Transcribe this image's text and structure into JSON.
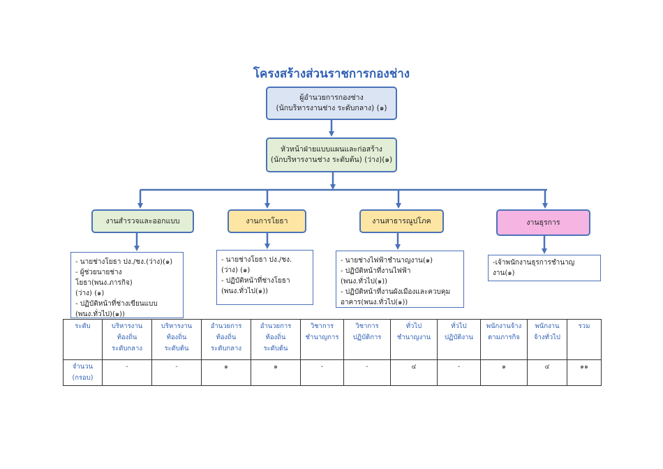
{
  "title": "โครงสร้างส่วนราชการกองช่าง",
  "chart_boxes": {
    "director": [
      "ผู้อำนวยการกองช่าง",
      "(นักบริหารงานช่าง ระดับกลาง) (๑)"
    ],
    "head": [
      "หัวหน้าฝ่ายแบบแผนและก่อสร้าง",
      "(นักบริหารงานช่าง ระดับต้น) (ว่าง)(๑)"
    ],
    "survey": "งานสำรวจและออกแบบ",
    "civil": "งานการโยธา",
    "utility": "งานสาธารณูปโภค",
    "admin": "งานธุรการ"
  },
  "details": {
    "survey": [
      "- นายช่างโยธา ปง./ชง.(ว่าง)(๑)",
      "- ผู้ช่วยนายช่างโยธา(พนง.ภารกิจ)",
      "(ว่าง) (๑)",
      "- ปฏิบัติหน้าที่ช่างเขียนแบบ",
      "(พนง.ทั่วไป)(๑))"
    ],
    "civil": [
      "- นายช่างโยธา ปง./ชง.",
      "(ว่าง) (๑)",
      "- ปฏิบัติหน้าที่ช่างโยธา",
      "(พนง.ทั่วไป(๑))"
    ],
    "utility": [
      "- นายช่างไฟฟ้าชำนาญงาน(๑)",
      "- ปฏิบัติหน้าที่งานไฟฟ้า (พนง.ทั่วไป(๑))",
      "- ปฏิบัติหน้าที่งานผังเมืองและควบคุม",
      "อาคาร(พนง.ทั่วไป(๑))"
    ],
    "admin": [
      "-เจ้าพนักงานธุรการชำนาญงาน(๑)"
    ]
  },
  "table": {
    "headers": [
      [
        "ระดับ"
      ],
      [
        "บริหารงาน",
        "ท้องถิ่น",
        "ระดับกลาง"
      ],
      [
        "บริหารงาน",
        "ท้องถิ่น",
        "ระดับต้น"
      ],
      [
        "อำนวยการ",
        "ท้องถิ่น",
        "ระดับกลาง"
      ],
      [
        "อำนวยการ",
        "ท้องถิ่น",
        "ระดับต้น"
      ],
      [
        "วิชาการ",
        "ชำนาญการ"
      ],
      [
        "วิชาการ",
        "ปฏิบัติการ"
      ],
      [
        "ทั่วไป",
        "ชำนาญงาน"
      ],
      [
        "ทั่วไป",
        "ปฏิบัติงาน"
      ],
      [
        "พนักงานจ้าง",
        "ตามภารกิจ"
      ],
      [
        "พนักงาน",
        "จ้างทั่วไป"
      ],
      [
        "รวม"
      ]
    ],
    "row_label": [
      "จำนวน",
      "(กรอบ)"
    ],
    "values": [
      "-",
      "-",
      "๑",
      "๑",
      "-",
      "-",
      "๔",
      "-",
      "๑",
      "๔",
      "๑๑"
    ]
  }
}
